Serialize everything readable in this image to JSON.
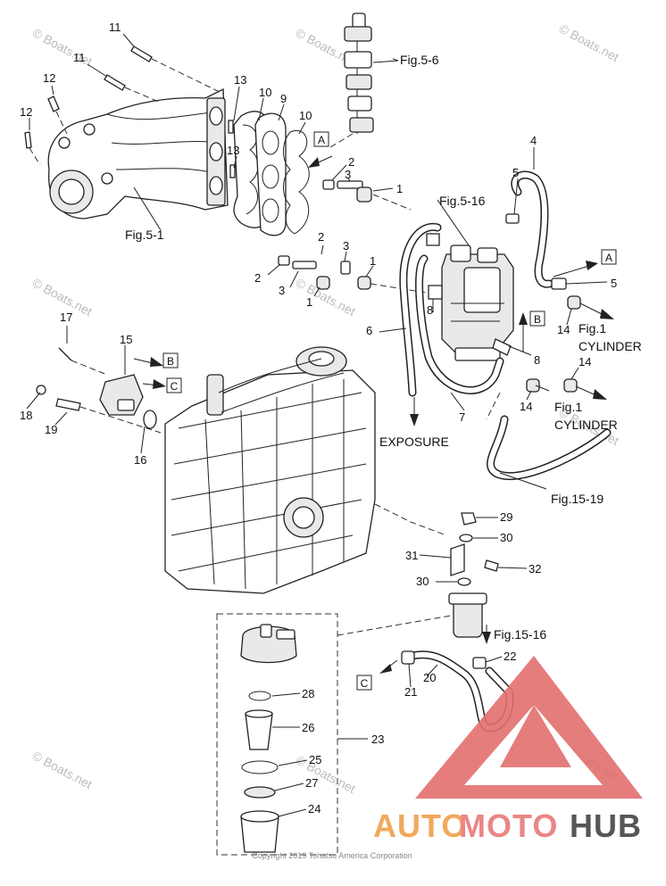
{
  "callouts": [
    "11",
    "11",
    "12",
    "12",
    "13",
    "13",
    "10",
    "10",
    "9",
    "2",
    "3",
    "1",
    "2",
    "3",
    "1",
    "2",
    "3",
    "1",
    "4",
    "5",
    "5",
    "8",
    "8",
    "6",
    "7",
    "14",
    "14",
    "14",
    "17",
    "15",
    "18",
    "19",
    "16",
    "29",
    "30",
    "31",
    "32",
    "30",
    "22",
    "21",
    "20",
    "28",
    "26",
    "25",
    "27",
    "24",
    "23"
  ],
  "refs": {
    "fig_5_6": "Fig.5-6",
    "fig_5_16": "Fig.5-16",
    "fig_5_1": "Fig.5-1",
    "fig_1_cylinder_a": "Fig.1",
    "cylinder_a": "CYLINDER",
    "fig_1_cylinder_b": "Fig.1",
    "cylinder_b": "CYLINDER",
    "exposure": "EXPOSURE",
    "fig_15_19": "Fig.15-19",
    "fig_15_16": "Fig.15-16"
  },
  "box_labels": [
    "A",
    "A",
    "B",
    "B",
    "C",
    "C"
  ],
  "watermarks": [
    "© Boats.net",
    "© Boats.net",
    "© Boats.net",
    "© Boats.net",
    "© Boats.net",
    "© Boats.net",
    "© Boats.net",
    "© Boats.net",
    "© Boats.net",
    "© Boats.net"
  ],
  "copyright": "Copyright 2019 Tohatsu America Corporation",
  "logo": {
    "text": "AUTOMOTOHUB",
    "part1": "AUTO",
    "part2": "MOTO",
    "part3": "HUB",
    "color1": "#f0a04b",
    "color2": "#e87a7a",
    "color3": "#444444"
  }
}
